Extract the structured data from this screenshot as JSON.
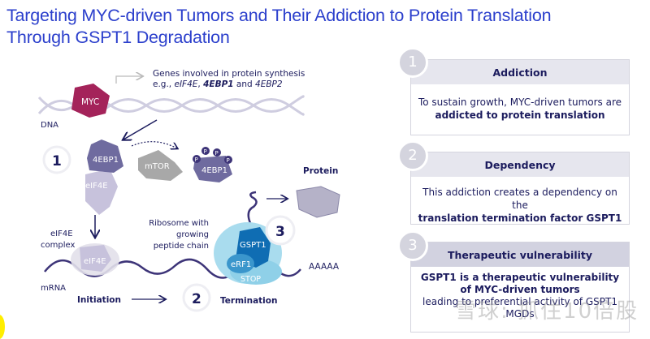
{
  "title": {
    "line1": "Targeting MYC-driven Tumors and Their Addiction to Protein Translation",
    "line2": "Through GSPT1 Degradation"
  },
  "diagram": {
    "genes_line1": "Genes involved in protein synthesis",
    "genes_prefix": "e.g., ",
    "genes_eif4e": "eIF4E",
    "genes_sep": ", ",
    "genes_4ebp1": "4EBP1",
    "genes_and": " and ",
    "genes_4ebp2": "4EBP2",
    "myc": "MYC",
    "dna": "DNA",
    "step1": "1",
    "step2": "2",
    "step3": "3",
    "ebp1": "4EBP1",
    "eif4e": "eIF4E",
    "mtor": "mTOR",
    "p": "P",
    "ebp1_p": "4EBP1",
    "protein": "Protein",
    "complex_l1": "eIF4E",
    "complex_l2": "complex",
    "ribo_l1": "Ribosome with",
    "ribo_l2": "growing",
    "ribo_l3": "peptide chain",
    "gspt1": "GSPT1",
    "erf1": "eRF1",
    "stop": "STOP",
    "polya": "AAAAA",
    "mrna": "mRNA",
    "initiation": "Initiation",
    "termination": "Termination"
  },
  "panels": [
    {
      "number": "1",
      "heading": "Addiction",
      "text": "To sustain growth, MYC-driven tumors are",
      "bold": "addicted to protein translation"
    },
    {
      "number": "2",
      "heading": "Dependency",
      "text": "This addiction creates a dependency on the",
      "bold": "translation termination factor GSPT1"
    },
    {
      "number": "3",
      "heading": "Therapeutic vulnerability",
      "bold1": "GSPT1 is a therapeutic vulnerability",
      "bold2": "of MYC-driven tumors",
      "text": "leading to preferential activity of GSPT1",
      "text2": "MGDs"
    }
  ],
  "watermark": "雪球: 抓住10倍股"
}
